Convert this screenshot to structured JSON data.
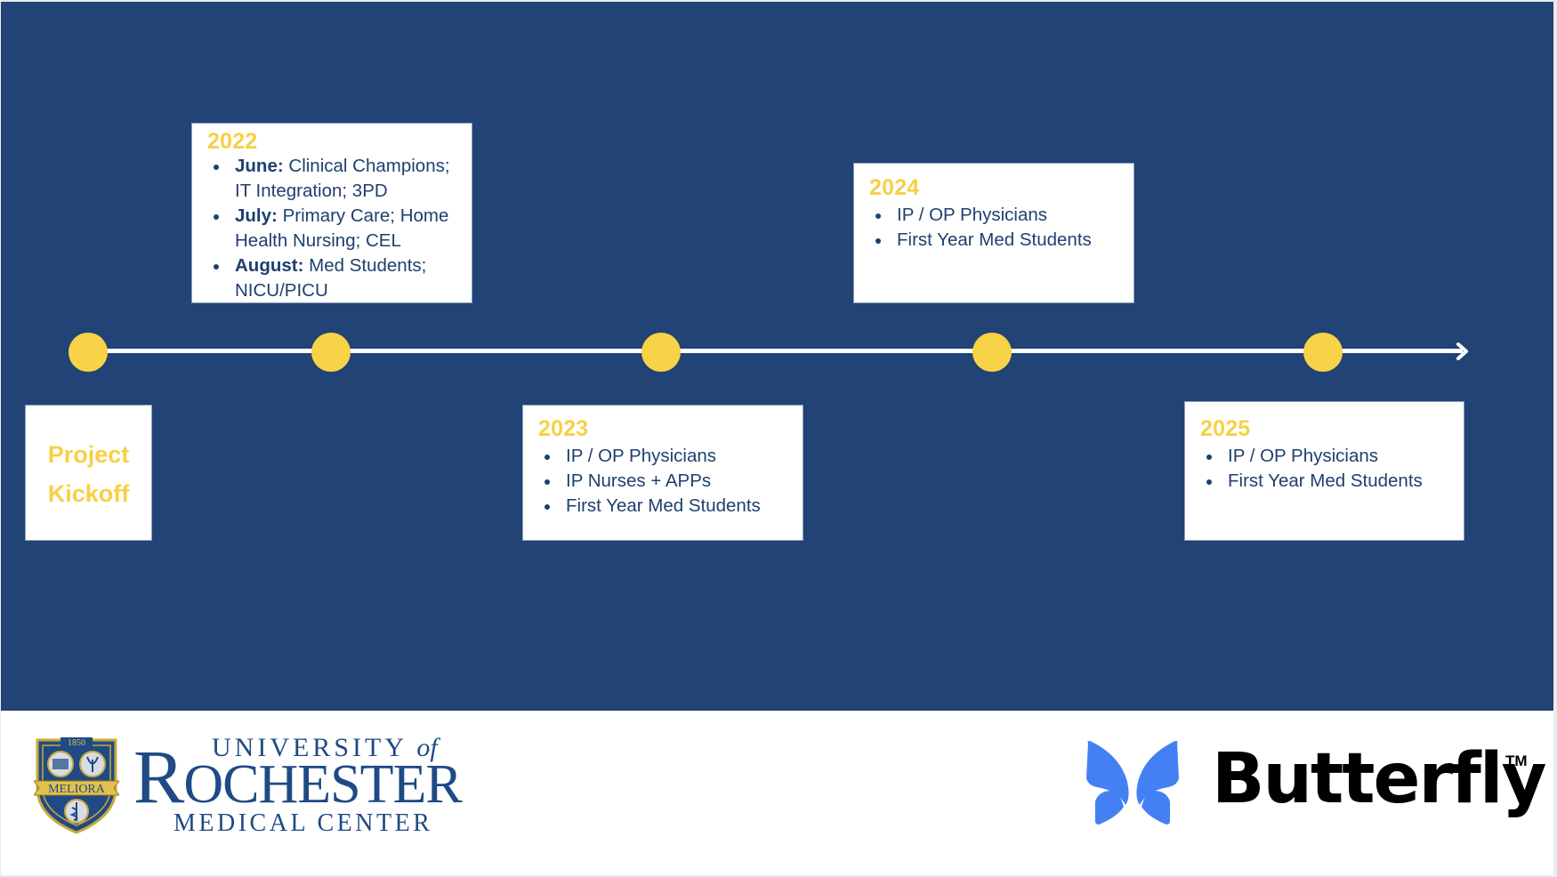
{
  "colors": {
    "background_blue": "#214375",
    "accent_yellow": "#f8d347",
    "card_text": "#1f3f6e",
    "line": "#ffffff",
    "urmc_blue": "#1f4a85",
    "butterfly_blue": "#4480f4"
  },
  "timeline": {
    "milestones": [
      {
        "id": "kickoff",
        "title_line1": "Project",
        "title_line2": "Kickoff",
        "position": "below"
      },
      {
        "id": "2022",
        "year": "2022",
        "position": "above",
        "items": [
          {
            "month": "June:",
            "text": "Clinical Champions; IT Integration; 3PD"
          },
          {
            "month": "July:",
            "text": "Primary Care; Home Health Nursing; CEL"
          },
          {
            "month": "August:",
            "text": "Med Students; NICU/PICU"
          }
        ]
      },
      {
        "id": "2023",
        "year": "2023",
        "position": "below",
        "items": [
          "IP / OP Physicians",
          "IP Nurses + APPs",
          "First Year Med Students"
        ]
      },
      {
        "id": "2024",
        "year": "2024",
        "position": "above",
        "items": [
          "IP / OP Physicians",
          "First Year Med Students"
        ]
      },
      {
        "id": "2025",
        "year": "2025",
        "position": "below",
        "items": [
          "IP / OP Physicians",
          "First Year Med Students"
        ]
      }
    ]
  },
  "footer": {
    "left_logo": {
      "line1": "UNIVERSITY",
      "line1_suffix": "of",
      "line2_first": "R",
      "line2_rest": "OCHESTER",
      "line3": "MEDICAL CENTER",
      "shield_year": "1850",
      "shield_banner": "MELIORA"
    },
    "right_logo": {
      "name": "Butterfly",
      "trademark": "TM"
    }
  }
}
